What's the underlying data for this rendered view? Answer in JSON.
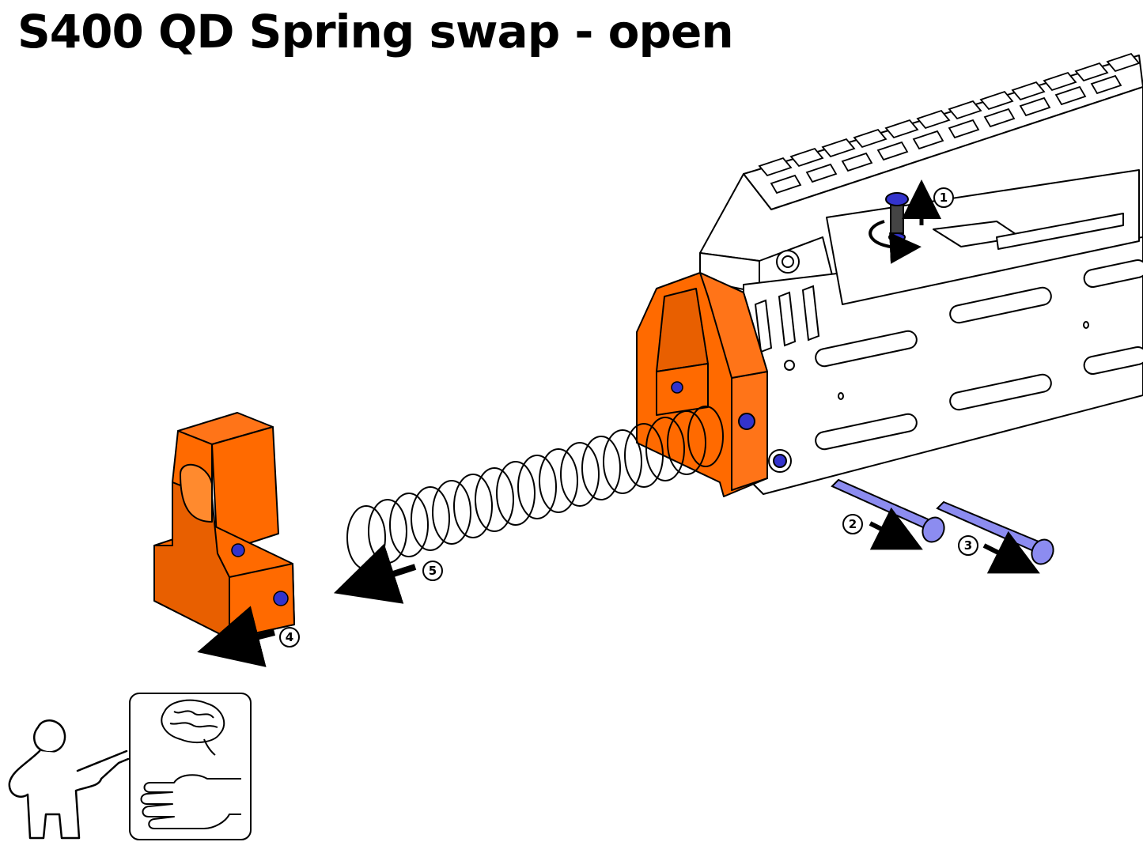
{
  "title": "S400 QD Spring swap - open",
  "steps": [
    {
      "label": "1",
      "action": "unscrew"
    },
    {
      "label": "2",
      "action": "pull-pin"
    },
    {
      "label": "3",
      "action": "pull-pin"
    },
    {
      "label": "4",
      "action": "remove-stock-block"
    },
    {
      "label": "5",
      "action": "remove-spring"
    }
  ],
  "colors": {
    "part_highlight": "#ff6a00",
    "pin_highlight": "#8c8cf0",
    "screw_highlight": "#3333cc",
    "line": "#000000",
    "background": "#ffffff"
  },
  "icons": [
    "brain-icon",
    "hand-icon",
    "person-icon"
  ]
}
